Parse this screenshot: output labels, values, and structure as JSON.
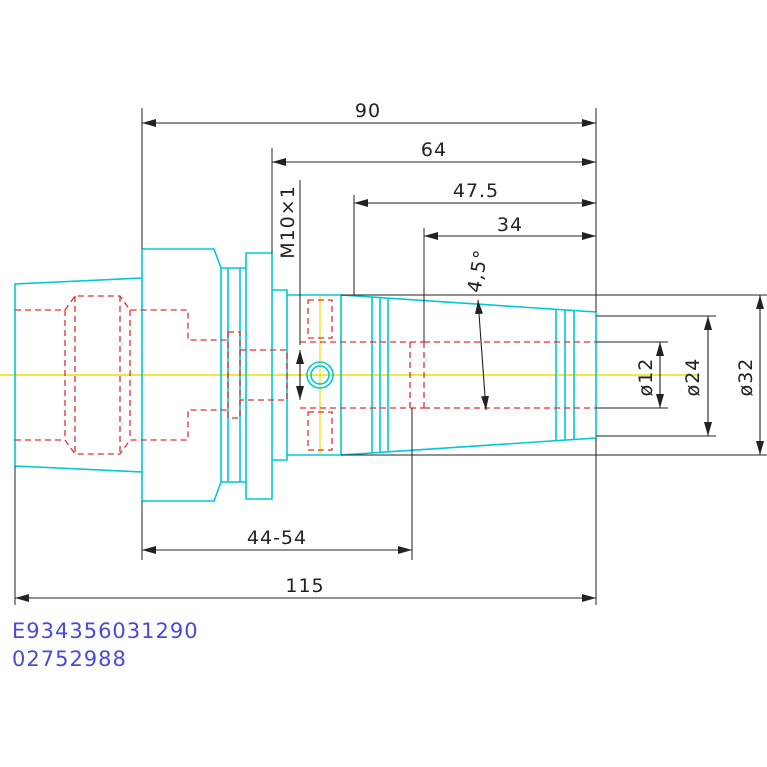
{
  "colors": {
    "outline": "#00c8d8",
    "hidden": "#e03030",
    "centerline": "#e8e000",
    "dimension": "#222222",
    "part_code": "#4a4ad8"
  },
  "dimensions": {
    "overall_length": "115",
    "length_90": "90",
    "length_64": "64",
    "length_47_5": "47.5",
    "length_34": "34",
    "clamp_range": "44-54",
    "thread": "M10×1",
    "taper_angle": "4,5°",
    "dia_12": "ø12",
    "dia_24": "ø24",
    "dia_32": "ø32"
  },
  "part_code": {
    "line1": "E934356031290",
    "line2": "02752988"
  }
}
